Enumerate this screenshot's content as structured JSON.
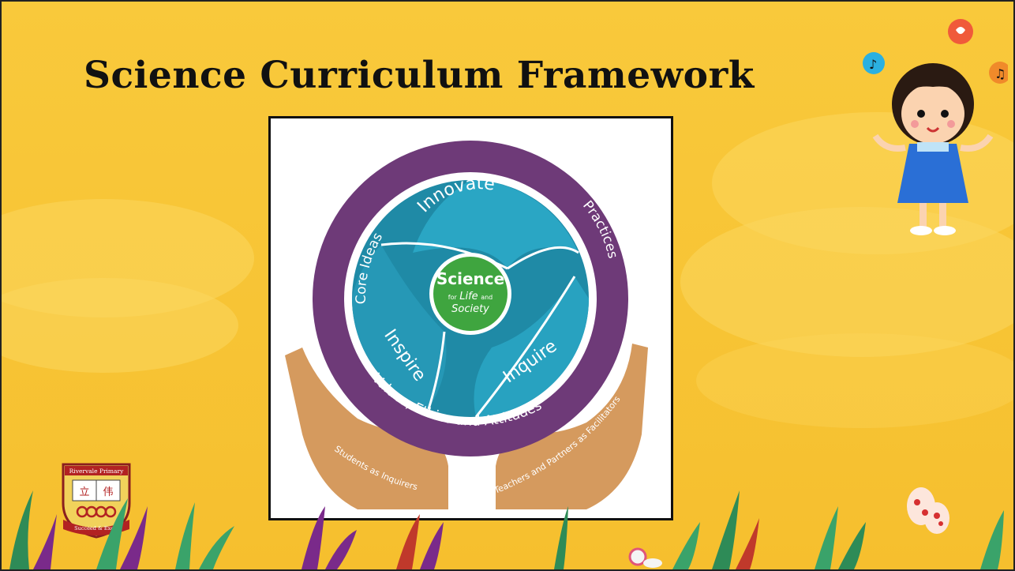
{
  "slide": {
    "title": "Science Curriculum Framework",
    "colors": {
      "background": "#f8c638",
      "outer_ring": "#6e3a78",
      "inner_disc": "#1f8aa6",
      "center": "#3fa53f",
      "hands": "#d59a5e"
    }
  },
  "framework": {
    "center_title": "Science",
    "center_sub_prefix": "for",
    "center_sub_life": "Life",
    "center_sub_and": "and",
    "center_sub_society": "Society",
    "swirl_labels": [
      "Innovate",
      "Inspire",
      "Inquire"
    ],
    "ring_labels": [
      "Core Ideas",
      "Practices",
      "Values, Ethics and Attitudes"
    ],
    "hand_labels": [
      "Students as Inquirers",
      "Teachers and Partners as Facilitators"
    ]
  },
  "school_logo": {
    "name": "Rivervale Primary",
    "chars": [
      "立",
      "伟"
    ],
    "motto": "Succeed & Excel"
  },
  "icons": [
    "girl-mascot-icon",
    "speech-bubble-heart-icon",
    "music-note-icon",
    "snail-icon",
    "butterfly-icon",
    "plant-icon"
  ]
}
